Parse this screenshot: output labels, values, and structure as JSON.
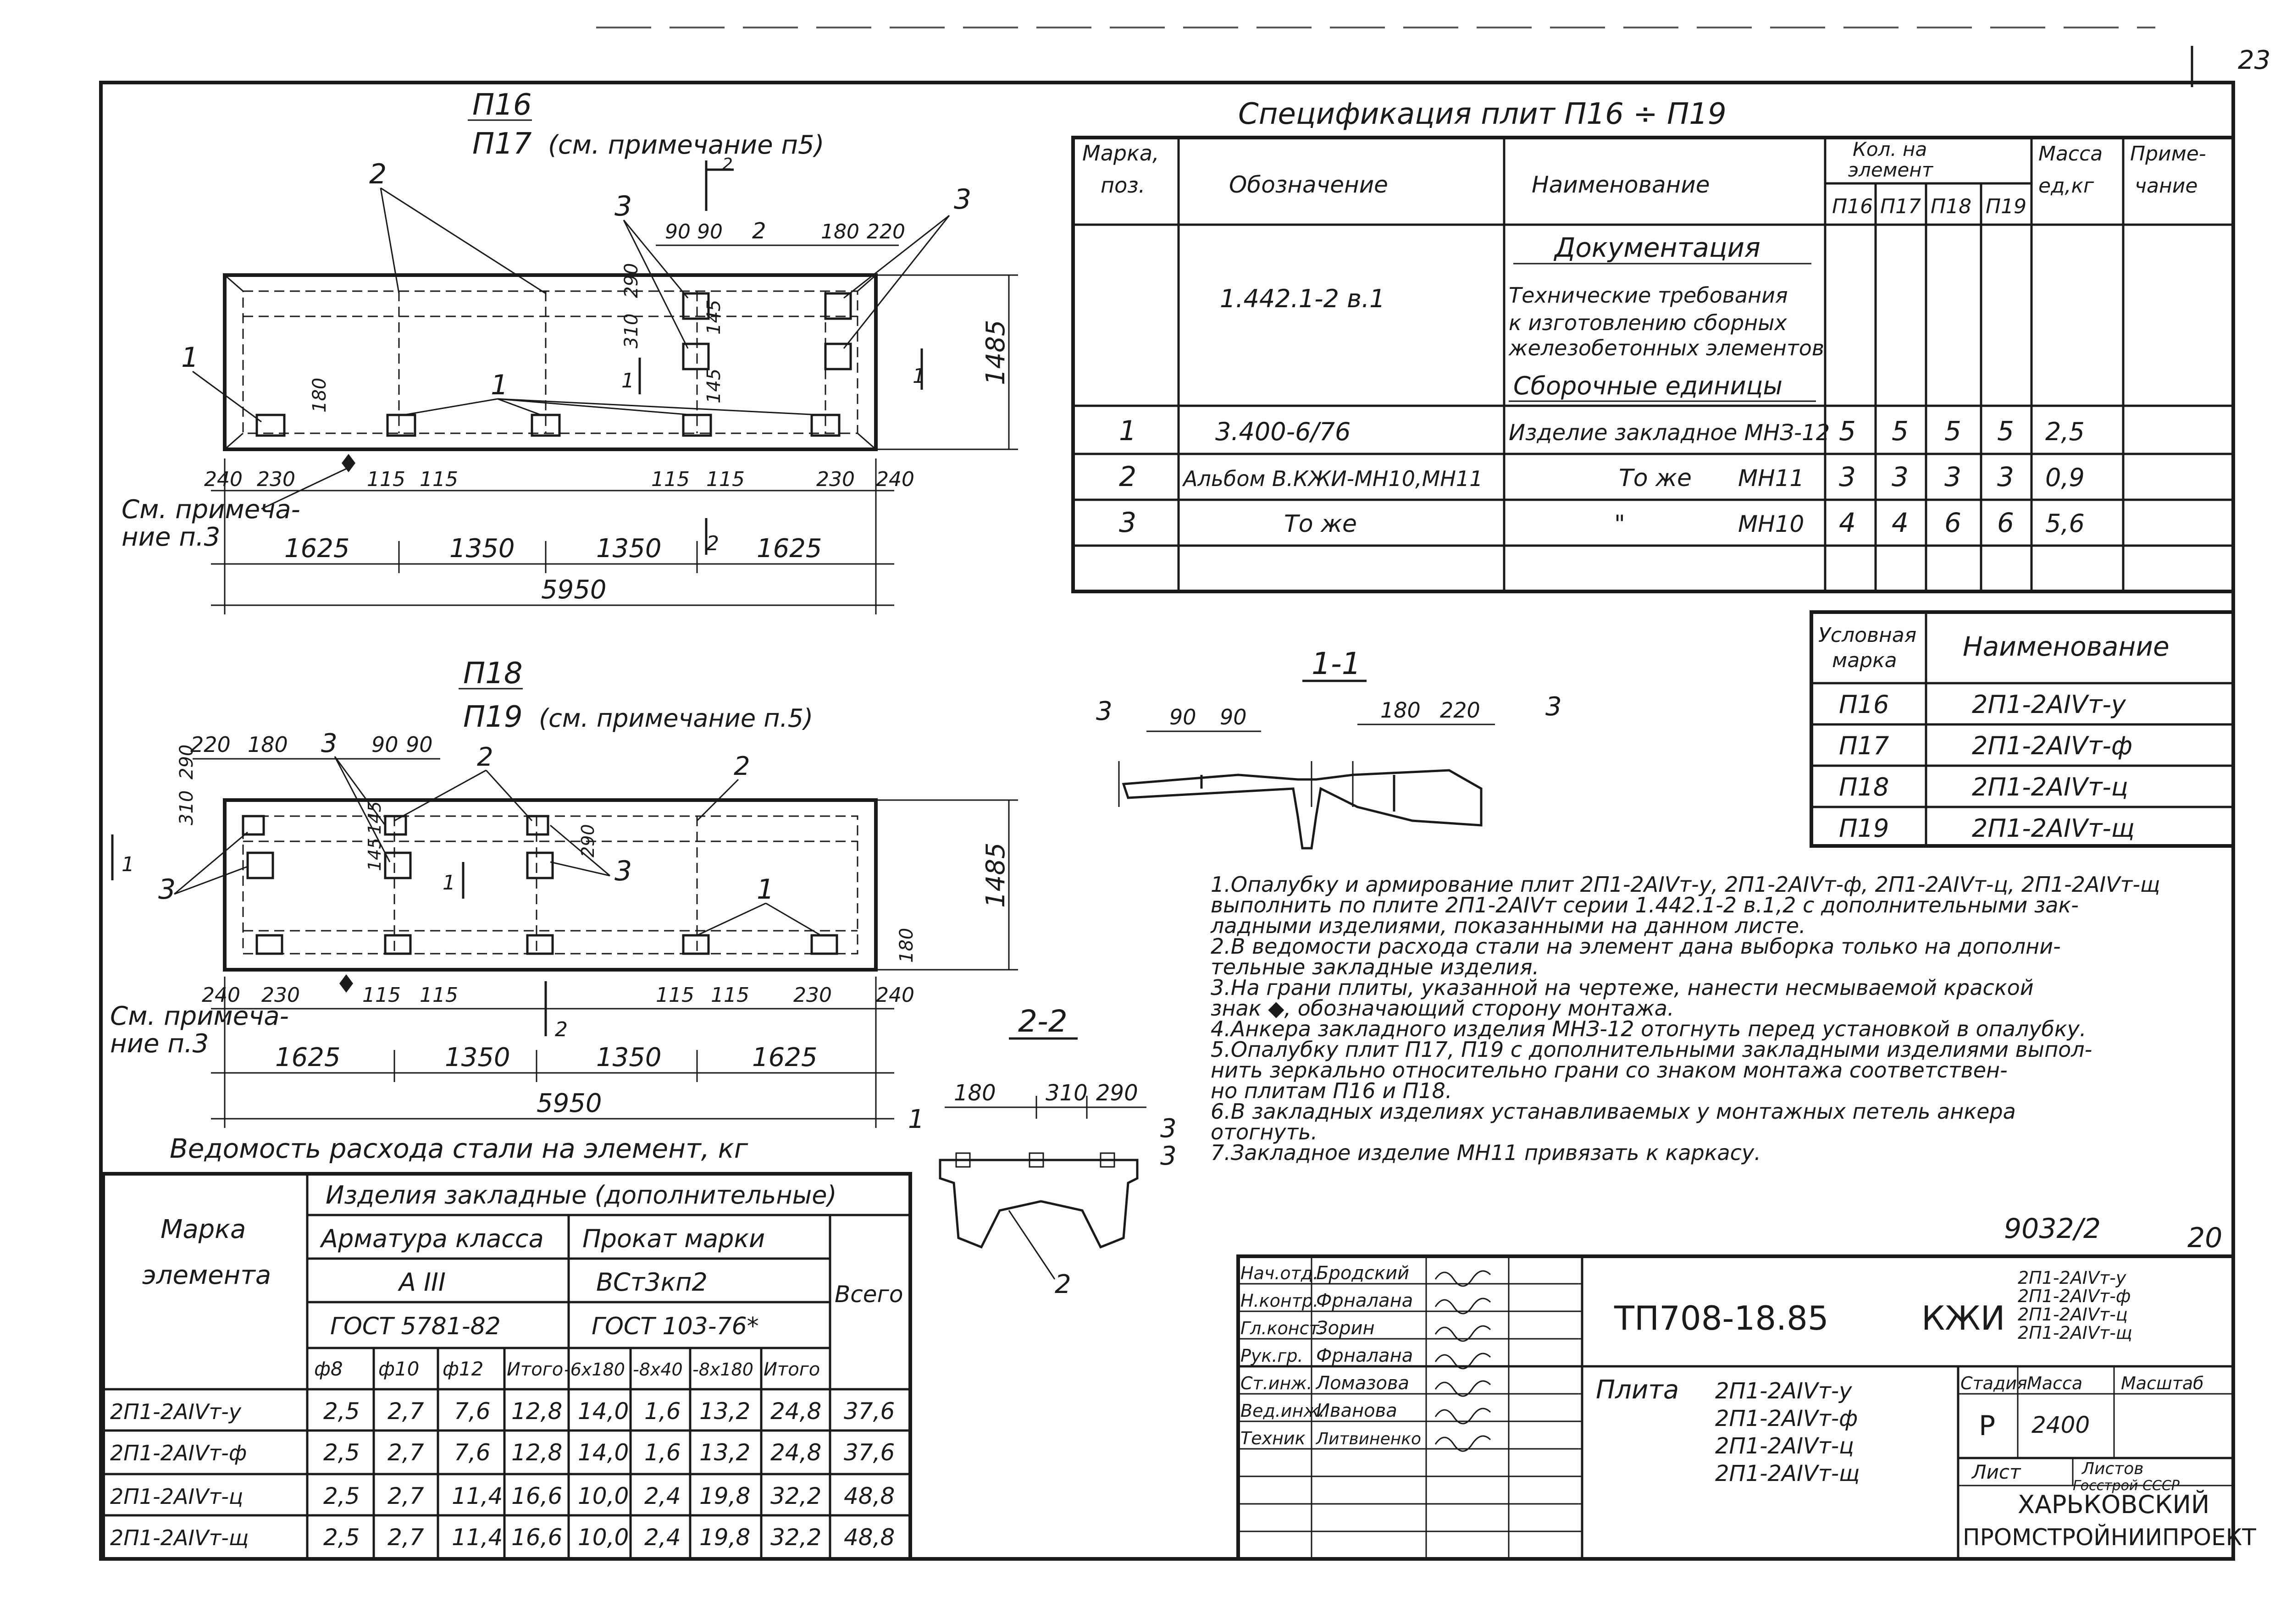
{
  "sheet": {
    "page_number": "20",
    "corner_mark": "23",
    "series_mark": "9032/2",
    "corner_num": "20"
  },
  "plan_top": {
    "title_1": "П16",
    "title_2": "П17",
    "title_note": "(см. примечание п5)",
    "dims_bottom_1": [
      "240",
      "230",
      "115",
      "115",
      "115",
      "115",
      "230",
      "240"
    ],
    "dims_bottom_2": [
      "1625",
      "1350",
      "1350",
      "1625"
    ],
    "total": "5950",
    "height": "1485",
    "top_dims": [
      "90",
      "90",
      "180",
      "220"
    ],
    "vert_dims": [
      "310",
      "290",
      "145",
      "145",
      "180"
    ],
    "markers": [
      "1",
      "2",
      "3",
      "1",
      "2",
      "3"
    ],
    "note": "См. примечание п.3",
    "note_line1": "См. примеча-",
    "note_line2": "ние п.3",
    "section_1": "1",
    "section_2": "2"
  },
  "plan_bottom": {
    "title_1": "П18",
    "title_2": "П19",
    "title_note": "(см. примечание п.5)",
    "top_dims": [
      "220",
      "180",
      "3",
      "90",
      "90",
      "2"
    ],
    "vert_dims": [
      "310",
      "290",
      "145",
      "145",
      "290",
      "180"
    ],
    "dims_bottom_1": [
      "240",
      "230",
      "115",
      "115",
      "115",
      "115",
      "230",
      "240"
    ],
    "dims_bottom_2": [
      "1625",
      "1350",
      "1350",
      "1625"
    ],
    "total": "5950",
    "height": "1485",
    "note_line1": "См. примеча-",
    "note_line2": "ние п.3"
  },
  "spec": {
    "title": "Спецификация плит П16 ÷ П19",
    "headers": {
      "mark": "Марка, поз.",
      "designation": "Обозначение",
      "name": "Наименование",
      "qty": "Кол. на элемент",
      "qty_cols": [
        "П16",
        "П17",
        "П18",
        "П19"
      ],
      "mass": "Масса ед, кг",
      "note": "Приме-чание"
    },
    "section_docs": "Документация",
    "doc_row": {
      "designation": "1.442.1-2 в.1",
      "name_1": "Технические требования",
      "name_2": "к изготовлению сборных",
      "name_3": "железобетонных элементов"
    },
    "section_units": "Сборочные единицы",
    "rows": [
      {
        "pos": "1",
        "designation": "3.400-6/76",
        "name": "Изделие закладное МНЗ-12",
        "q": [
          "5",
          "5",
          "5",
          "5"
        ],
        "mass": "2,5"
      },
      {
        "pos": "2",
        "designation": "Альбом В.КЖИ-МН10,МН11",
        "name": "То же",
        "name2": "МН11",
        "q": [
          "3",
          "3",
          "3",
          "3"
        ],
        "mass": "0,9"
      },
      {
        "pos": "3",
        "designation": "То же",
        "name": "\"",
        "name2": "МН10",
        "q": [
          "4",
          "4",
          "6",
          "6"
        ],
        "mass": "5,6"
      }
    ]
  },
  "marks_table": {
    "h1": "Условная марка",
    "h2": "Наименование",
    "rows": [
      {
        "mark": "П16",
        "name": "2П1-2АIVт-у"
      },
      {
        "mark": "П17",
        "name": "2П1-2АIVт-ф"
      },
      {
        "mark": "П18",
        "name": "2П1-2АIVт-ц"
      },
      {
        "mark": "П19",
        "name": "2П1-2АIVт-щ"
      }
    ]
  },
  "section_11": {
    "title": "1-1",
    "dims": [
      "90",
      "90",
      "180",
      "220"
    ],
    "markers": [
      "3",
      "3"
    ]
  },
  "section_22": {
    "title": "2-2",
    "dims": [
      "180",
      "310",
      "290"
    ],
    "markers": [
      "1",
      "3",
      "2"
    ]
  },
  "notes": [
    "1.Опалубку и армирование плит 2П1-2АIVт-у, 2П1-2АIVт-ф, 2П1-2АIVт-ц, 2П1-2АIVт-щ",
    "выполнить по плите 2П1-2АIVт серии 1.442.1-2 в.1,2 с дополнительными зак-",
    "ладными изделиями, показанными на данном листе.",
    "2.В ведомости расхода стали на элемент дана выборка только на дополни-",
    "тельные закладные изделия.",
    "3.На грани плиты, указанной на чертеже, нанести несмываемой краской",
    "знак ◆, обозначающий сторону монтажа.",
    "4.Анкера закладного изделия МНЗ-12 отогнуть перед установкой в опалубку.",
    "5.Опалубку плит П17, П19 с дополнительными закладными изделиями выпол-",
    "нить зеркально относительно грани со знаком монтажа соответствен-",
    "но плитам П16 и П18.",
    "6.В закладных изделиях устанавливаемых у монтажных петель анкера",
    "отогнуть.",
    "7.Закладное изделие МН11 привязать к каркасу."
  ],
  "steel": {
    "title": "Ведомость расхода стали на элемент, кг",
    "h_mark_1": "Марка",
    "h_mark_2": "элемента",
    "h_group": "Изделия закладные (дополнительные)",
    "h_arm": "Арматура класса",
    "h_arm_cls": "А III",
    "h_arm_gost": "ГОСТ 5781-82",
    "h_rol": "Прокат марки",
    "h_rol_cls": "ВСт3кп2",
    "h_rol_gost": "ГОСТ 103-76*",
    "h_total": "Всего",
    "cols": [
      "ф8",
      "ф10",
      "ф12",
      "Итого",
      "-6х180",
      "-8х40",
      "-8х180",
      "Итого"
    ],
    "rows": [
      {
        "mark": "2П1-2АIVт-у",
        "v": [
          "2,5",
          "2,7",
          "7,6",
          "12,8",
          "14,0",
          "1,6",
          "13,2",
          "24,8"
        ],
        "total": "37,6"
      },
      {
        "mark": "2П1-2АIVт-ф",
        "v": [
          "2,5",
          "2,7",
          "7,6",
          "12,8",
          "14,0",
          "1,6",
          "13,2",
          "24,8"
        ],
        "total": "37,6"
      },
      {
        "mark": "2П1-2АIVт-ц",
        "v": [
          "2,5",
          "2,7",
          "11,4",
          "16,6",
          "10,0",
          "2,4",
          "19,8",
          "32,2"
        ],
        "total": "48,8"
      },
      {
        "mark": "2П1-2АIVт-щ",
        "v": [
          "2,5",
          "2,7",
          "11,4",
          "16,6",
          "10,0",
          "2,4",
          "19,8",
          "32,2"
        ],
        "total": "48,8"
      }
    ]
  },
  "stamp": {
    "roles": [
      "Нач.отд.",
      "Н.контр.",
      "Гл.конст.",
      "Рук.гр.",
      "Ст.инж.",
      "Вед.инж.",
      "Техник"
    ],
    "names": [
      "Бродский",
      "Фрналана",
      "Зорин",
      "Фрналана",
      "Ломазова",
      "Иванова",
      "Литвиненко"
    ],
    "code": "ТП708-18.85",
    "kzhi": "КЖИ",
    "marks_right": [
      "2П1-2АIVт-у",
      "2П1-2АIVт-ф",
      "2П1-2АIVт-ц",
      "2П1-2АIVт-щ"
    ],
    "plate_label": "Плита",
    "plate_marks": [
      "2П1-2АIVт-у",
      "2П1-2АIVт-ф",
      "2П1-2АIVт-ц",
      "2П1-2АIVт-щ"
    ],
    "stage_h": "Стадия",
    "mass_h": "Масса",
    "scale_h": "Масштаб",
    "stage": "Р",
    "mass": "2400",
    "sheet_h": "Лист",
    "sheets_h": "Листов",
    "org_small": "Госстрой СССР",
    "org_1": "ХАРЬКОВСКИЙ",
    "org_2": "ПРОМСТРОЙНИИПРОЕКТ"
  }
}
